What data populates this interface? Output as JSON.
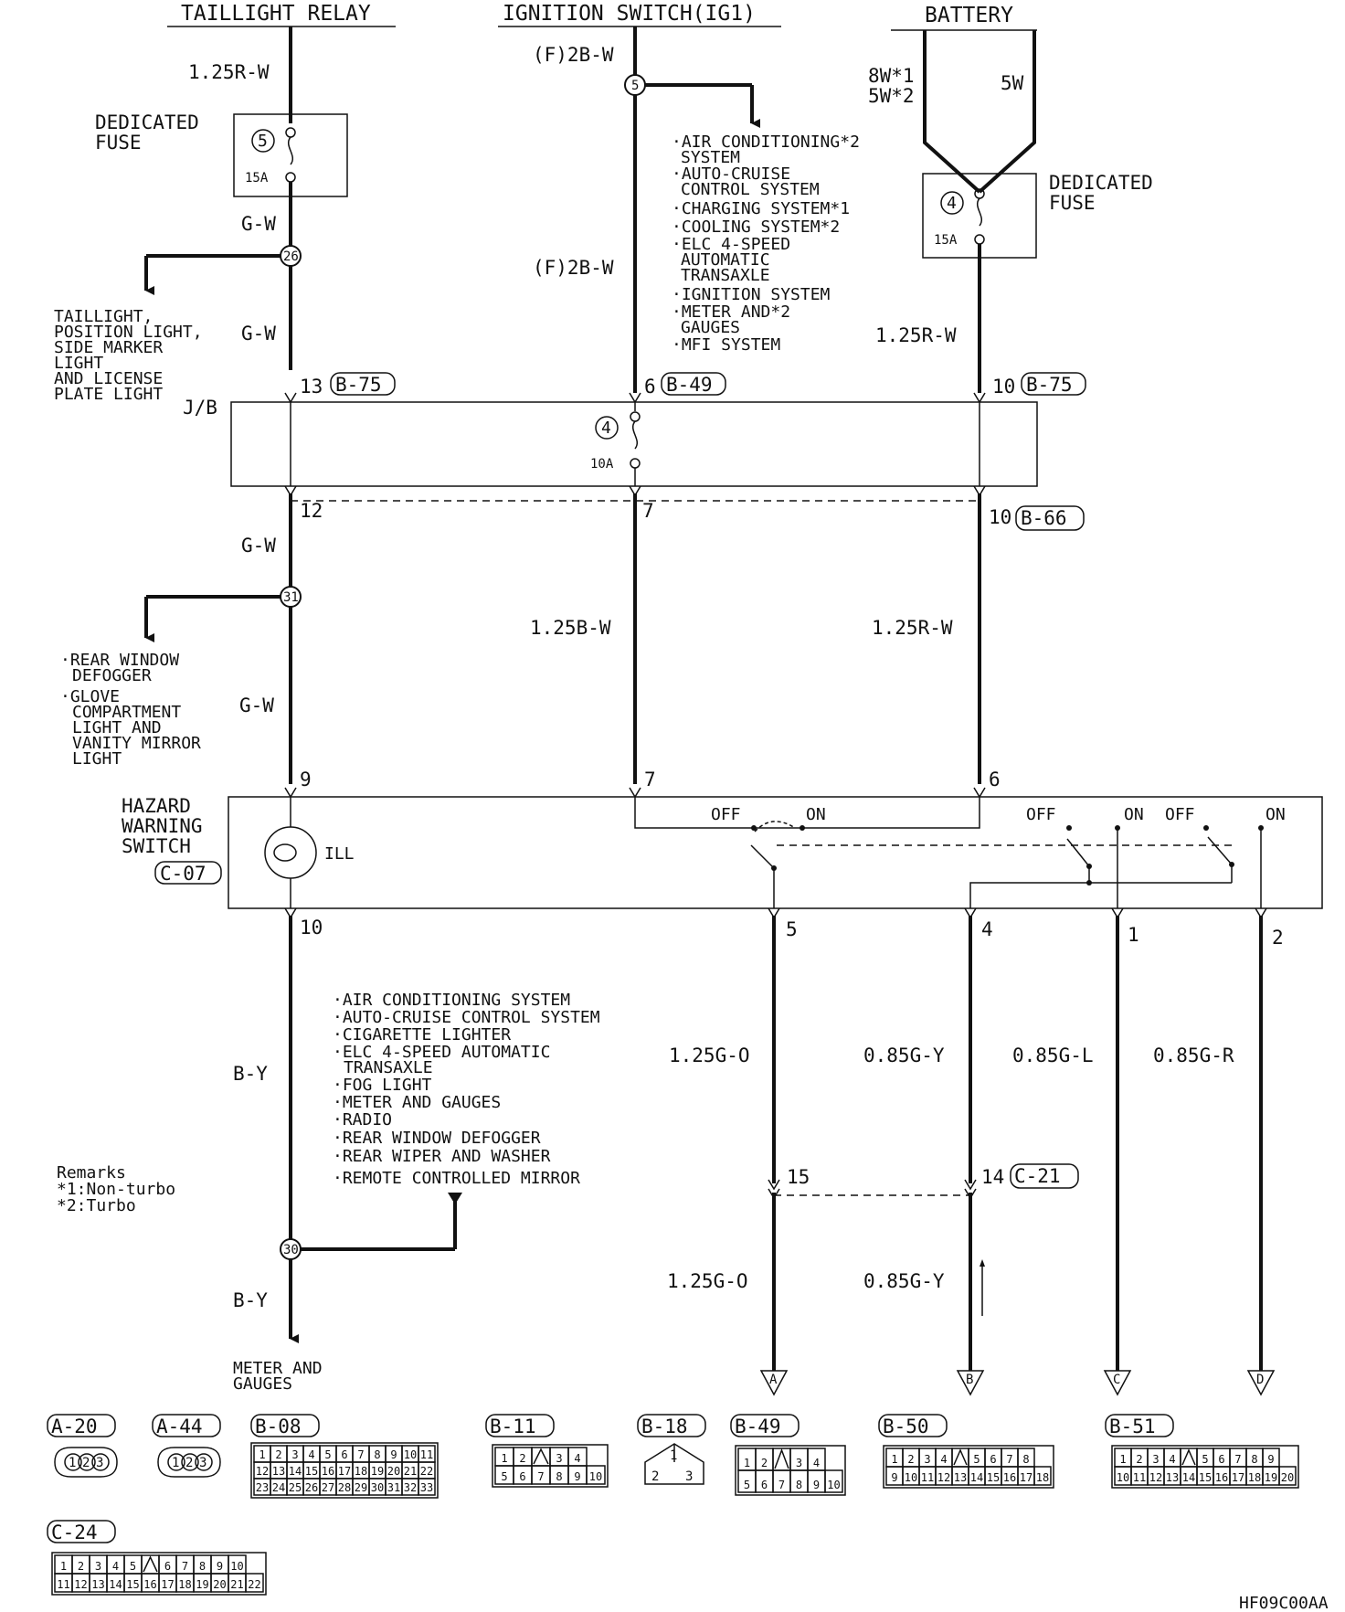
{
  "sources": {
    "taillight_relay": "TAILLIGHT RELAY",
    "ignition_switch": "IGNITION SWITCH(IG1)",
    "battery": "BATTERY"
  },
  "wires": {
    "w_125R_W_top": "1.25R-W",
    "w_F2B_W_top": "(F)2B-W",
    "w_8W": "8W*1",
    "w_5W_star2": "5W*2",
    "w_5W": "5W",
    "w_GW_1": "G-W",
    "w_GW_2": "G-W",
    "w_F2B_W_mid": "(F)2B-W",
    "w_125R_W_mid": "1.25R-W",
    "w_GW_3": "G-W",
    "w_GW_4": "G-W",
    "w_125B_W": "1.25B-W",
    "w_125R_W_low": "1.25R-W",
    "w_BY_1": "B-Y",
    "w_BY_2": "B-Y",
    "w_125G_O_1": "1.25G-O",
    "w_085G_Y_1": "0.85G-Y",
    "w_085G_L": "0.85G-L",
    "w_085G_R": "0.85G-R",
    "w_125G_O_2": "1.25G-O",
    "w_085G_Y_2": "0.85G-Y"
  },
  "fuses": {
    "dedicated_left": {
      "label1": "DEDICATED",
      "label2": "FUSE",
      "num": "5",
      "amp": "15A"
    },
    "dedicated_right": {
      "label1": "DEDICATED",
      "label2": "FUSE",
      "num": "4",
      "amp": "15A"
    },
    "jb_fuse": {
      "num": "4",
      "amp": "10A"
    }
  },
  "junctions": {
    "j26": "26",
    "j31": "31",
    "j30": "30",
    "j5": "5"
  },
  "branch_left_1": [
    "TAILLIGHT,",
    "POSITION LIGHT,",
    "SIDE MARKER",
    "LIGHT",
    "AND LICENSE",
    "PLATE LIGHT"
  ],
  "branch_ig": [
    "·AIR CONDITIONING*2",
    "SYSTEM",
    "·AUTO-CRUISE",
    "CONTROL SYSTEM",
    "·CHARGING SYSTEM*1",
    "·COOLING SYSTEM*2",
    "·ELC 4-SPEED",
    "AUTOMATIC",
    "TRANSAXLE",
    "·IGNITION SYSTEM",
    "·METER AND*2",
    "GAUGES",
    "·MFI SYSTEM"
  ],
  "branch_left_2": [
    "·REAR WINDOW",
    "DEFOGGER",
    "·GLOVE",
    "COMPARTMENT",
    "LIGHT AND",
    "VANITY MIRROR",
    "LIGHT"
  ],
  "branch_bottom": [
    "·AIR CONDITIONING SYSTEM",
    "·AUTO-CRUISE CONTROL SYSTEM",
    "·CIGARETTE LIGHTER",
    "·ELC 4-SPEED AUTOMATIC",
    "TRANSAXLE",
    "·FOG LIGHT",
    "·METER AND GAUGES",
    "·RADIO",
    "·REAR WINDOW DEFOGGER",
    "·REAR WIPER AND WASHER",
    "·REMOTE CONTROLLED MIRROR"
  ],
  "jb": {
    "label": "J/B",
    "pin13": "13",
    "conn_b75_a": "B-75",
    "pin6": "6",
    "conn_b49": "B-49",
    "pin10a": "10",
    "conn_b75_b": "B-75",
    "pin12": "12",
    "pin7": "7",
    "pin10b": "10",
    "conn_b66": "B-66"
  },
  "hazard": {
    "label1": "HAZARD",
    "label2": "WARNING",
    "label3": "SWITCH",
    "conn": "C-07",
    "ill": "ILL",
    "pin9": "9",
    "pin7": "7",
    "pin6": "6",
    "pin10": "10",
    "pin5": "5",
    "pin4": "4",
    "pin1": "1",
    "pin2": "2",
    "off1": "OFF",
    "on1": "ON",
    "off2": "OFF",
    "on2": "ON",
    "off3": "OFF",
    "on3": "ON"
  },
  "c21": {
    "pin15": "15",
    "pin14": "14",
    "conn": "C-21"
  },
  "outputs": {
    "meter": "METER AND",
    "gauges": "GAUGES",
    "A": "A",
    "B": "B",
    "C": "C",
    "D": "D"
  },
  "remarks": {
    "title": "Remarks",
    "r1": "*1:Non-turbo",
    "r2": "*2:Turbo"
  },
  "connectors": {
    "a20": "A-20",
    "a44": "A-44",
    "b08": "B-08",
    "b11": "B-11",
    "b18": "B-18",
    "b49": "B-49",
    "b50": "B-50",
    "b51": "B-51",
    "c24": "C-24",
    "pin1": "1",
    "pin2": "2",
    "pin3": "3",
    "b08_r1": [
      "1",
      "2",
      "3",
      "4",
      "5",
      "6",
      "7",
      "8",
      "9",
      "10",
      "11"
    ],
    "b08_r2": [
      "12",
      "13",
      "14",
      "15",
      "16",
      "17",
      "18",
      "19",
      "20",
      "21",
      "22"
    ],
    "b08_r3": [
      "23",
      "24",
      "25",
      "26",
      "27",
      "28",
      "29",
      "30",
      "31",
      "32",
      "33"
    ],
    "b11_r1": [
      "1",
      "2",
      "",
      "3",
      "4"
    ],
    "b11_r2": [
      "5",
      "6",
      "7",
      "8",
      "9",
      "10"
    ],
    "b18_pins": [
      "1",
      "2",
      "3"
    ],
    "b49_r1": [
      "1",
      "2",
      "",
      "3",
      "4"
    ],
    "b49_r2": [
      "5",
      "6",
      "7",
      "8",
      "9",
      "10"
    ],
    "b50_r1": [
      "1",
      "2",
      "3",
      "4",
      "",
      "5",
      "6",
      "7",
      "8"
    ],
    "b50_r2": [
      "9",
      "10",
      "11",
      "12",
      "13",
      "14",
      "15",
      "16",
      "17",
      "18"
    ],
    "b51_r1": [
      "1",
      "2",
      "3",
      "4",
      "",
      "5",
      "6",
      "7",
      "8",
      "9"
    ],
    "b51_r2": [
      "10",
      "11",
      "12",
      "13",
      "14",
      "15",
      "16",
      "17",
      "18",
      "19",
      "20"
    ],
    "c24_r1": [
      "1",
      "2",
      "3",
      "4",
      "5",
      "",
      "6",
      "7",
      "8",
      "9",
      "10"
    ],
    "c24_r2": [
      "11",
      "12",
      "13",
      "14",
      "15",
      "16",
      "17",
      "18",
      "19",
      "20",
      "21",
      "22"
    ]
  },
  "footer_code": "HF09C00AA"
}
